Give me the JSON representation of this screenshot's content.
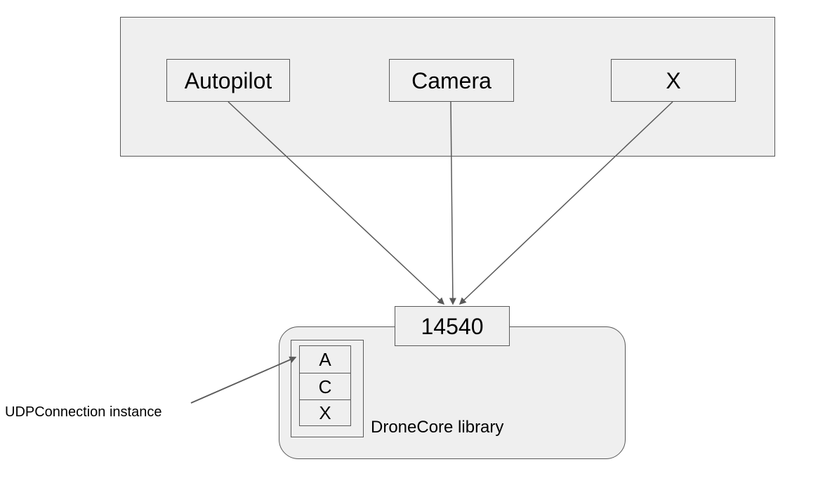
{
  "top_box": {
    "nodes": [
      {
        "label": "Autopilot"
      },
      {
        "label": "Camera"
      },
      {
        "label": "X"
      }
    ]
  },
  "library": {
    "port": "14540",
    "label": "DroneCore library",
    "connection_cells": [
      "A",
      "C",
      "X"
    ]
  },
  "annotation": {
    "label": "UDPConnection instance"
  },
  "colors": {
    "box_fill": "#efefef",
    "box_border": "#595959",
    "arrow": "#595959"
  }
}
